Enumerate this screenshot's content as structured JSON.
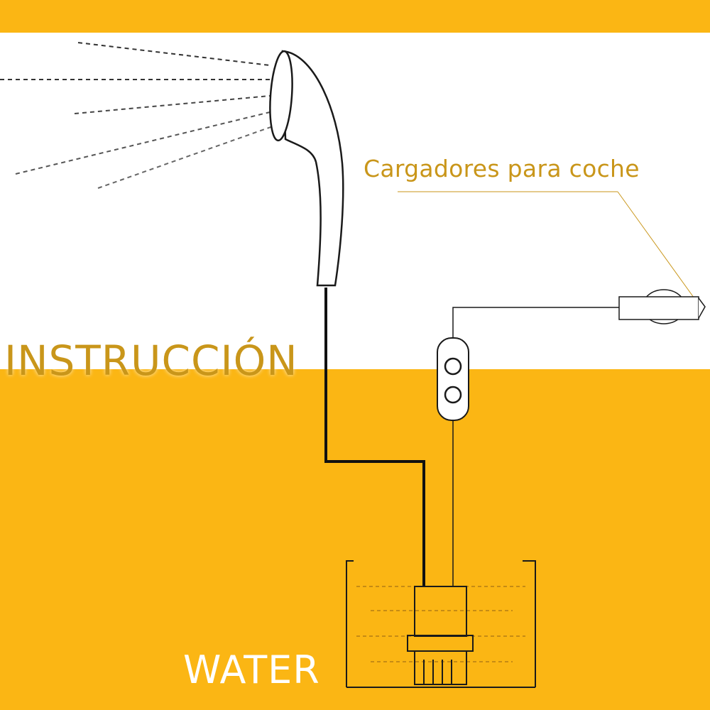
{
  "labels": {
    "charger": "Cargadores para coche",
    "instruction": "INSTRUCCIÓN",
    "water": "WATER"
  },
  "colors": {
    "accent_yellow": "#fbb614",
    "label_gold": "#c9961a",
    "background_white": "#ffffff",
    "line_dark": "#1a1a1a"
  },
  "icons": {
    "shower_head": "shower-head-icon",
    "switch": "switch-icon",
    "car_charger_plug": "car-charger-plug-icon",
    "pump": "submersible-pump-icon",
    "water_tank": "water-tank-icon"
  }
}
